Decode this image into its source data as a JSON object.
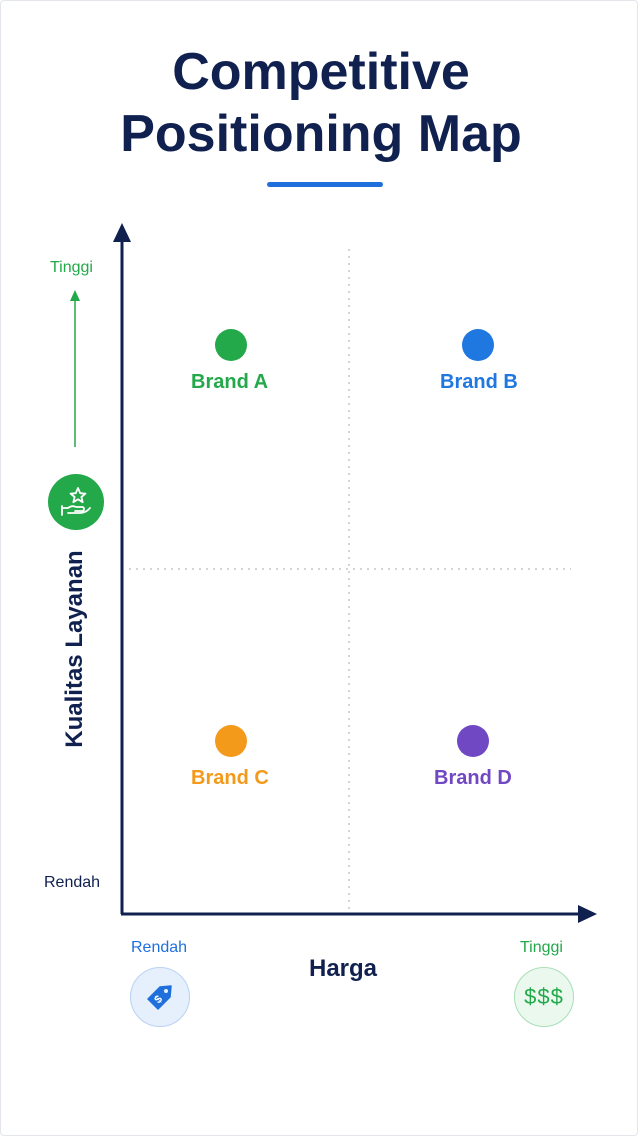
{
  "title_line1": "Competitive",
  "title_line2": "Positioning Map",
  "y_axis": {
    "title": "Kualitas Layanan",
    "high_label": "Tinggi",
    "low_label": "Rendah",
    "icon": "hand-star-icon"
  },
  "x_axis": {
    "title": "Harga",
    "low_label": "Rendah",
    "high_label": "Tinggi",
    "low_icon": "price-tag-icon",
    "high_icon_text": "$$$"
  },
  "brands": [
    {
      "name": "Brand A",
      "color": "#23a84a",
      "quadrant": "low-price-high-quality"
    },
    {
      "name": "Brand B",
      "color": "#1f77e0",
      "quadrant": "high-price-high-quality"
    },
    {
      "name": "Brand C",
      "color": "#f39a1a",
      "quadrant": "low-price-low-quality"
    },
    {
      "name": "Brand D",
      "color": "#7148c4",
      "quadrant": "high-price-low-quality"
    }
  ],
  "colors": {
    "navy": "#10204f",
    "accent_blue": "#1f6fdc",
    "green": "#23a84a",
    "light_blue_bg": "#e6f0fc",
    "light_green_bg": "#eaf8ee"
  }
}
